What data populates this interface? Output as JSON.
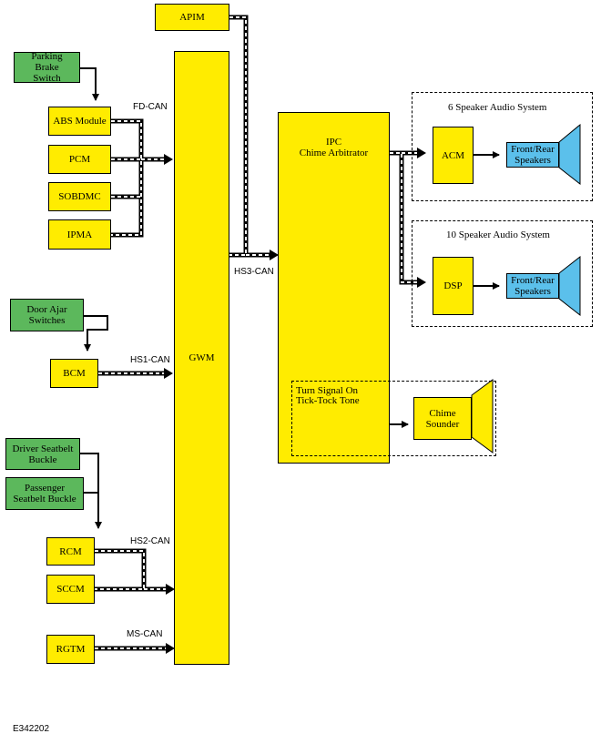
{
  "modules": {
    "apim": "APIM",
    "parking_brake": "Parking Brake Switch",
    "abs": "ABS Module",
    "pcm": "PCM",
    "sobdmc": "SOBDMC",
    "ipma": "IPMA",
    "door_ajar": "Door Ajar Switches",
    "bcm": "BCM",
    "driver_seatbelt": "Driver Seatbelt Buckle",
    "passenger_seatbelt": "Passenger Seatbelt Buckle",
    "rcm": "RCM",
    "sccm": "SCCM",
    "rgtm": "RGTM",
    "gwm": "GWM",
    "ipc_line1": "IPC",
    "ipc_line2": "Chime Arbitrator",
    "acm": "ACM",
    "dsp": "DSP",
    "speakers_6": "Front/Rear Speakers",
    "speakers_10": "Front/Rear Speakers",
    "turn_signal_line1": "Turn Signal On",
    "turn_signal_line2": "Tick-Tock Tone",
    "chime_sounder": "Chime Sounder"
  },
  "networks": {
    "fd_can": "FD-CAN",
    "hs1_can": "HS1-CAN",
    "hs2_can": "HS2-CAN",
    "hs3_can": "HS3-CAN",
    "ms_can": "MS-CAN"
  },
  "groups": {
    "six_speaker": "6 Speaker Audio System",
    "ten_speaker": "10 Speaker Audio System"
  },
  "figure_id": "E342202",
  "colors": {
    "module": "#ffec00",
    "input": "#5cb85c",
    "speaker": "#5bc0eb",
    "line": "#000000"
  }
}
